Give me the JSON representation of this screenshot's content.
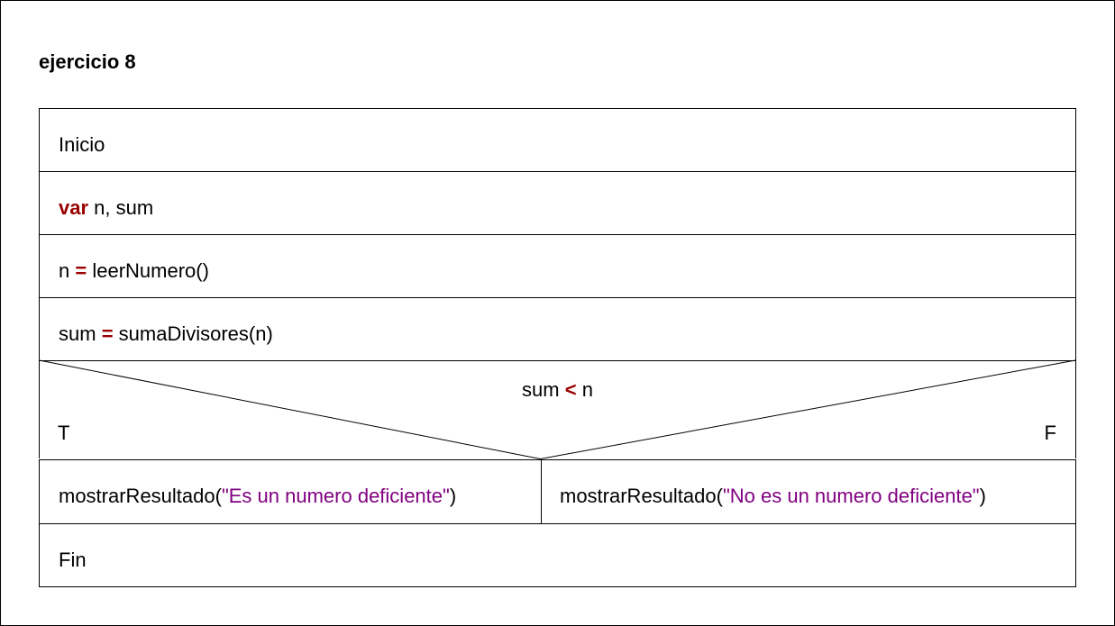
{
  "title": "ejercicio 8",
  "diagram": {
    "start": "Inicio",
    "declaration": {
      "keyword": "var",
      "rest": " n, sum"
    },
    "assign_n": {
      "lhs": "n ",
      "op": "=",
      "rhs": " leerNumero()"
    },
    "assign_sum": {
      "lhs": "sum ",
      "op": "=",
      "rhs": " sumaDivisores(n)"
    },
    "condition": {
      "lhs": "sum ",
      "op": "<",
      "rhs": " n",
      "true_label": "T",
      "false_label": "F"
    },
    "true_branch": {
      "func": "mostrarResultado(",
      "string": "\"Es un numero deficiente\"",
      "close": ")"
    },
    "false_branch": {
      "func": "mostrarResultado(",
      "string": "\"No es un numero deficiente\"",
      "close": ")"
    },
    "end": "Fin"
  },
  "colors": {
    "keyword": "#990000",
    "string": "#800080",
    "line": "#000000"
  }
}
